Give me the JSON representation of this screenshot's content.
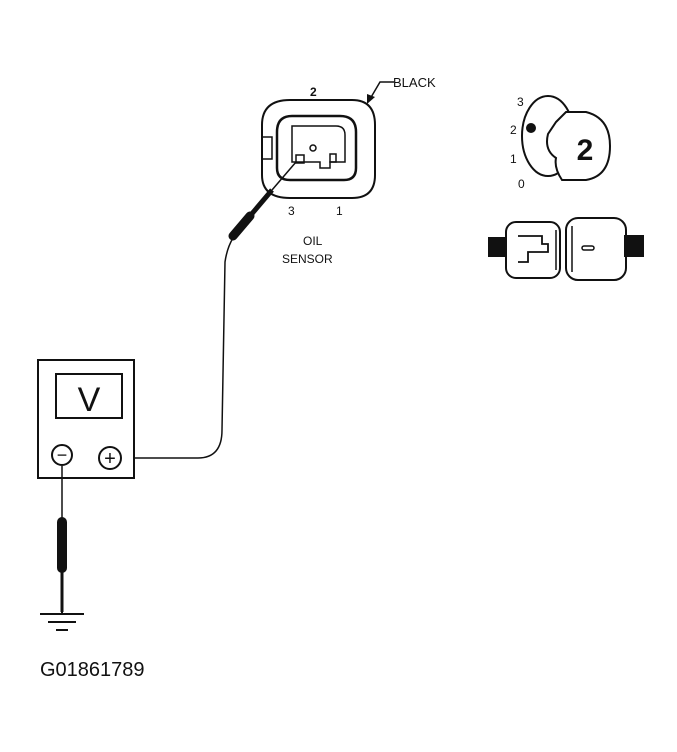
{
  "connector": {
    "color_label": "BLACK",
    "pin_top": "2",
    "pin_left": "3",
    "pin_right": "1",
    "name_line1": "OIL",
    "name_line2": "SENSOR"
  },
  "ignition": {
    "positions": [
      "3",
      "2",
      "1",
      "0"
    ],
    "selected_position": "2",
    "key_label": "2"
  },
  "meter": {
    "display": "V",
    "neg_terminal": "−",
    "pos_terminal": "+"
  },
  "figure_id": "G01861789",
  "icons": [
    "voltmeter-icon",
    "ground-symbol-icon",
    "ignition-key-icon",
    "fuse-connector-icon",
    "probe-icon"
  ],
  "colors": {
    "line": "#111111",
    "background": "#ffffff",
    "probe": "#111111",
    "shading": "#dddddd"
  }
}
